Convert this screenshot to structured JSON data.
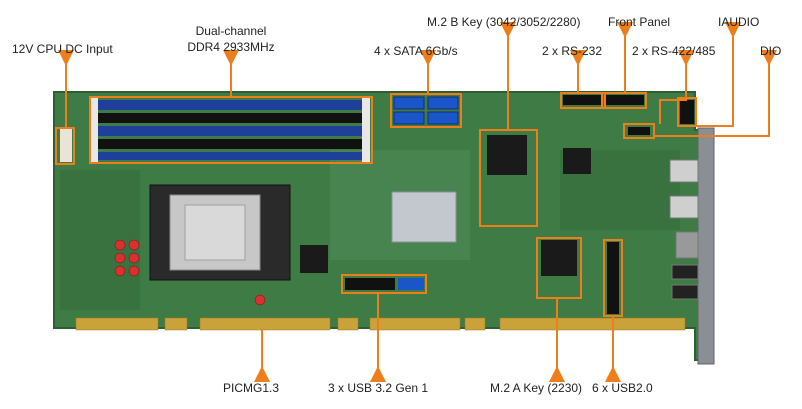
{
  "colors": {
    "callout": "#ee7d1c",
    "pcb": "#3f7b45",
    "pcb_dark": "#2d5f34",
    "gold": "#c9a23a",
    "dimm": "#1e3f9a",
    "sata": "#1a55c9",
    "bracket": "#8a8f96"
  },
  "labels": {
    "cpu_dc": "12V CPU DC Input",
    "ddr4_line1": "Dual-channel",
    "ddr4_line2": "DDR4 2933MHz",
    "sata": "4 x SATA 6Gb/s",
    "m2b": "M.2 B Key (3042/3052/2280)",
    "rs232": "2 x RS-232",
    "front_panel": "Front Panel",
    "rs422": "2 x RS-422/485",
    "iaudio": "IAUDIO",
    "dio": "DIO",
    "picmg": "PICMG1.3",
    "usb32": "3 x USB 3.2 Gen 1",
    "m2a": "M.2 A Key (2230)",
    "usb20": "6 x USB2.0"
  }
}
